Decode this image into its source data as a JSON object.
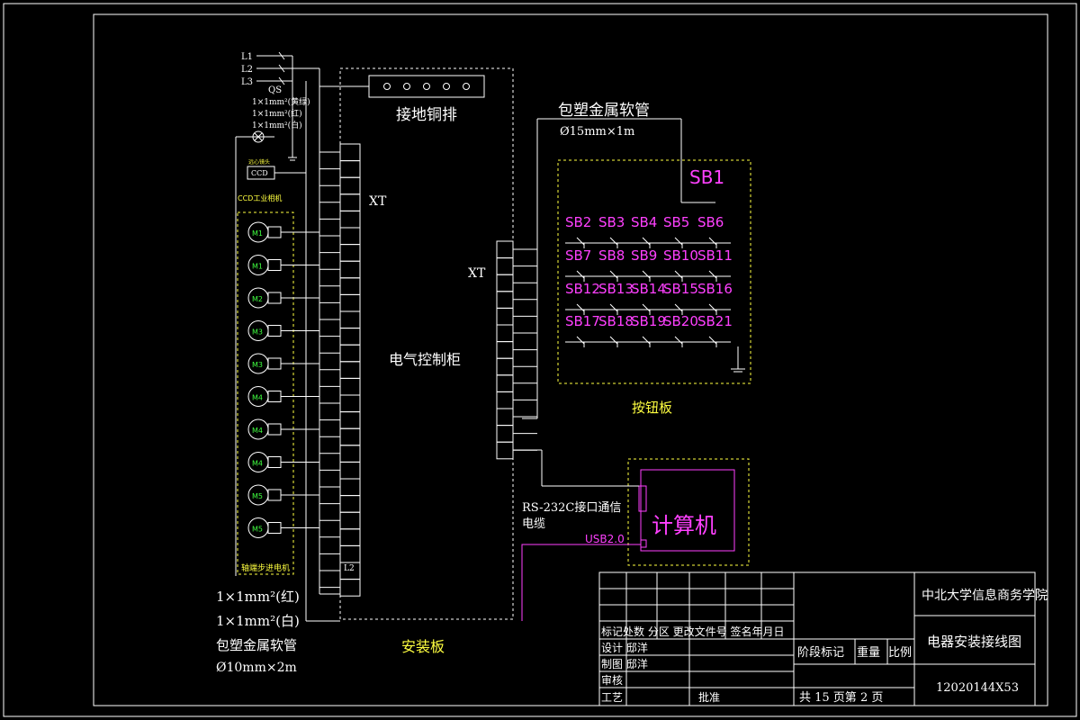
{
  "supply": {
    "l1": "L1",
    "l2": "L2",
    "l3": "L3",
    "qs": "QS"
  },
  "wire_notes": {
    "yellow_green": "1×1mm²(黄绿)",
    "red": "1×1mm²(红)",
    "white": "1×1mm²(白)"
  },
  "labels": {
    "ccd_box": "CCD",
    "ccd_lens": "远心镜头",
    "ccd_camera": "CCD工业相机",
    "stepper_motors": "轴端步进电机",
    "ground_bar": "接地铜排",
    "cabinet": "电气控制柜",
    "xt_left": "XT",
    "xt_right": "XT",
    "l2": "L2",
    "hose_top": "包塑金属软管",
    "hose_top_size": "Ø15mm×1m",
    "button_panel": "按钮板",
    "rs232": "RS-232C接口通信",
    "rs232_cable": "电缆",
    "usb": "USB2.0",
    "computer": "计算机",
    "mount_panel": "安装板"
  },
  "motors": [
    "M1",
    "M1",
    "M2",
    "M3",
    "M3",
    "M4",
    "M4",
    "M4",
    "M5",
    "M5"
  ],
  "buttons": {
    "sb1": "SB1",
    "rows": [
      [
        "SB2",
        "SB3",
        "SB4",
        "SB5",
        "SB6"
      ],
      [
        "SB7",
        "SB8",
        "SB9",
        "SB10",
        "SB11"
      ],
      [
        "SB12",
        "SB13",
        "SB14",
        "SB15",
        "SB16"
      ],
      [
        "SB17",
        "SB18",
        "SB19",
        "SB20",
        "SB21"
      ]
    ]
  },
  "bottom_left_notes": {
    "red": "1×1mm²(红)",
    "white": "1×1mm²(白)",
    "hose": "包塑金属软管",
    "hose_size": "Ø10mm×2m"
  },
  "title_block": {
    "school": "中北大学信息商务学院",
    "drawing_title": "电器安装接线图",
    "drawing_number": "12020144X53",
    "header_row": "标记处数 分区 更改文件号 签名年月日",
    "design": "设计 邸洋",
    "draw": "制图 邸洋",
    "review": "审核",
    "process": "工艺",
    "approve": "批准",
    "stage": "阶段标记",
    "weight": "重量",
    "scale": "比例",
    "pages": "共 15 页第 2 页"
  }
}
